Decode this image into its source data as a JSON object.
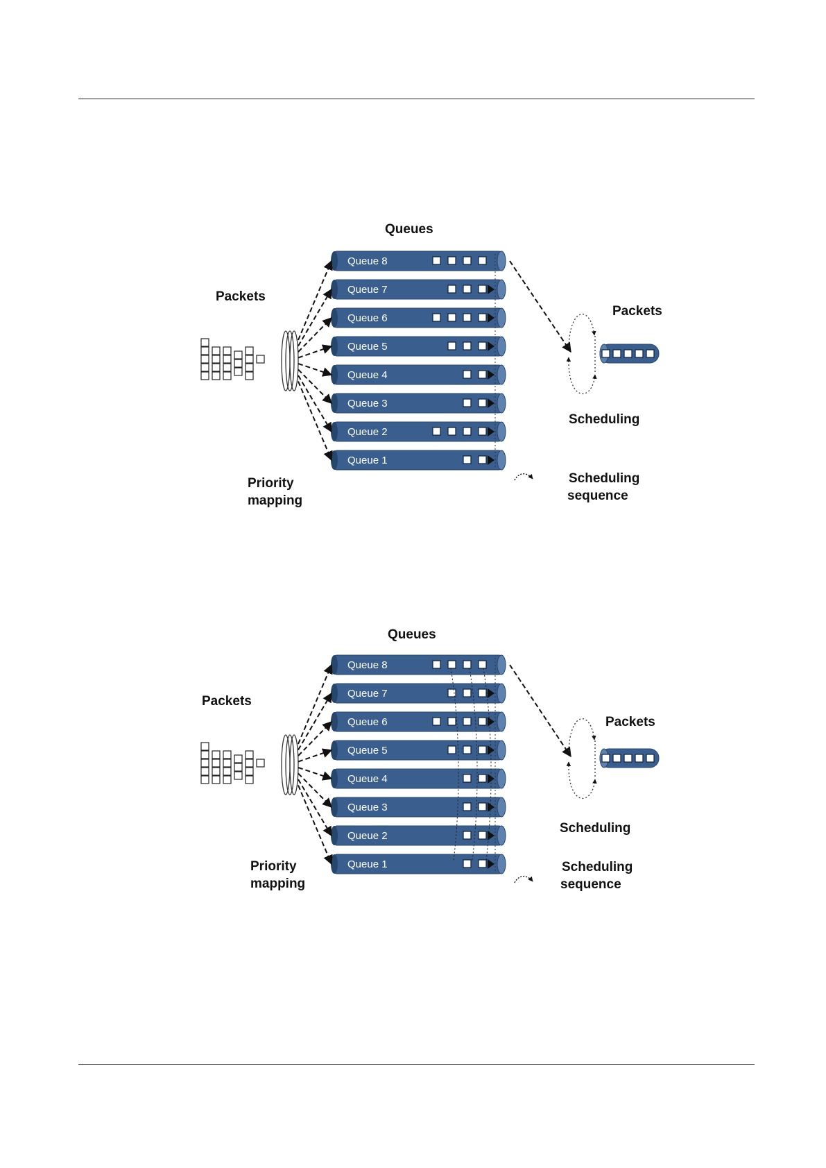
{
  "colors": {
    "queue_bar": "#3a5f8f",
    "queue_bar_edge": "#27466e",
    "packet_fill": "#ffffff",
    "ink": "#111111"
  },
  "diagrams": [
    {
      "queues_title": "Queues",
      "packets_in_label": "Packets",
      "packets_out_label": "Packets",
      "priority_mapping_label": [
        "Priority",
        "mapping"
      ],
      "scheduling_label": "Scheduling",
      "scheduling_sequence_label": [
        "Scheduling",
        "sequence"
      ],
      "queues": [
        {
          "label": "Queue 8",
          "packets": 4,
          "pointer": false
        },
        {
          "label": "Queue 7",
          "packets": 3,
          "pointer": true
        },
        {
          "label": "Queue 6",
          "packets": 4,
          "pointer": true
        },
        {
          "label": "Queue 5",
          "packets": 3,
          "pointer": true
        },
        {
          "label": "Queue 4",
          "packets": 2,
          "pointer": true
        },
        {
          "label": "Queue 3",
          "packets": 2,
          "pointer": true
        },
        {
          "label": "Queue 2",
          "packets": 4,
          "pointer": true
        },
        {
          "label": "Queue 1",
          "packets": 2,
          "pointer": true
        }
      ],
      "output_packets": 5
    },
    {
      "queues_title": "Queues",
      "packets_in_label": "Packets",
      "packets_out_label": "Packets",
      "priority_mapping_label": [
        "Priority",
        "mapping"
      ],
      "scheduling_label": "Scheduling",
      "scheduling_sequence_label": [
        "Scheduling",
        "sequence"
      ],
      "queues": [
        {
          "label": "Queue 8",
          "packets": 4,
          "pointer": false
        },
        {
          "label": "Queue 7",
          "packets": 3,
          "pointer": true
        },
        {
          "label": "Queue 6",
          "packets": 4,
          "pointer": true
        },
        {
          "label": "Queue 5",
          "packets": 3,
          "pointer": true
        },
        {
          "label": "Queue 4",
          "packets": 2,
          "pointer": true
        },
        {
          "label": "Queue 3",
          "packets": 2,
          "pointer": true
        },
        {
          "label": "Queue 2",
          "packets": 2,
          "pointer": true
        },
        {
          "label": "Queue 1",
          "packets": 2,
          "pointer": true
        }
      ],
      "output_packets": 5
    }
  ]
}
